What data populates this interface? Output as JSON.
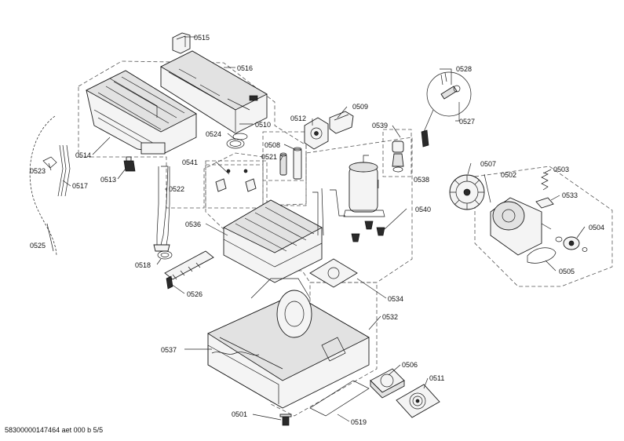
{
  "diagram": {
    "parts": [
      {
        "id": "0501",
        "label": "0501"
      },
      {
        "id": "0502",
        "label": "0502"
      },
      {
        "id": "0503",
        "label": "0503"
      },
      {
        "id": "0504",
        "label": "0504"
      },
      {
        "id": "0505",
        "label": "0505"
      },
      {
        "id": "0506",
        "label": "0506"
      },
      {
        "id": "0507",
        "label": "0507"
      },
      {
        "id": "0508",
        "label": "0508"
      },
      {
        "id": "0509",
        "label": "0509"
      },
      {
        "id": "0510",
        "label": "0510"
      },
      {
        "id": "0511",
        "label": "0511"
      },
      {
        "id": "0512",
        "label": "0512"
      },
      {
        "id": "0513",
        "label": "0513"
      },
      {
        "id": "0514",
        "label": "0514"
      },
      {
        "id": "0515",
        "label": "0515"
      },
      {
        "id": "0516",
        "label": "0516"
      },
      {
        "id": "0517",
        "label": "0517"
      },
      {
        "id": "0518",
        "label": "0518"
      },
      {
        "id": "0519",
        "label": "0519"
      },
      {
        "id": "0521",
        "label": "0521"
      },
      {
        "id": "0522",
        "label": "0522"
      },
      {
        "id": "0523",
        "label": "0523"
      },
      {
        "id": "0524",
        "label": "0524"
      },
      {
        "id": "0525",
        "label": "0525"
      },
      {
        "id": "0526",
        "label": "0526"
      },
      {
        "id": "0527",
        "label": "0527"
      },
      {
        "id": "0528",
        "label": "0528"
      },
      {
        "id": "0532",
        "label": "0532"
      },
      {
        "id": "0533",
        "label": "0533"
      },
      {
        "id": "0534",
        "label": "0534"
      },
      {
        "id": "0536",
        "label": "0536"
      },
      {
        "id": "0537",
        "label": "0537"
      },
      {
        "id": "0538",
        "label": "0538"
      },
      {
        "id": "0539",
        "label": "0539"
      },
      {
        "id": "0540",
        "label": "0540"
      },
      {
        "id": "0541",
        "label": "0541"
      }
    ]
  },
  "footer": {
    "doc_id": "58300000147464 aet 000 b 5/5"
  }
}
